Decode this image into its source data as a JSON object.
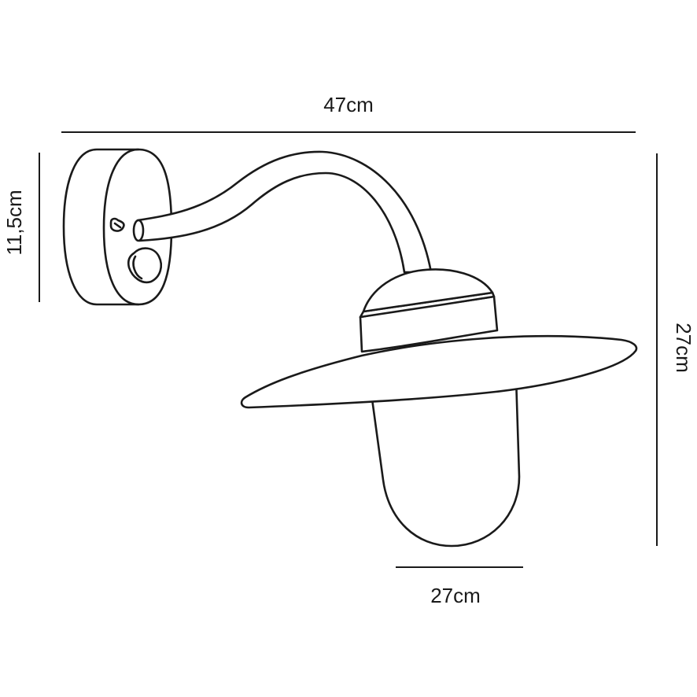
{
  "dimensions": {
    "total_width": "47cm",
    "backplate_height": "11,5cm",
    "total_height": "27cm",
    "shade_width": "27cm"
  },
  "colors": {
    "line": "#1a1a1a",
    "background": "#ffffff"
  }
}
